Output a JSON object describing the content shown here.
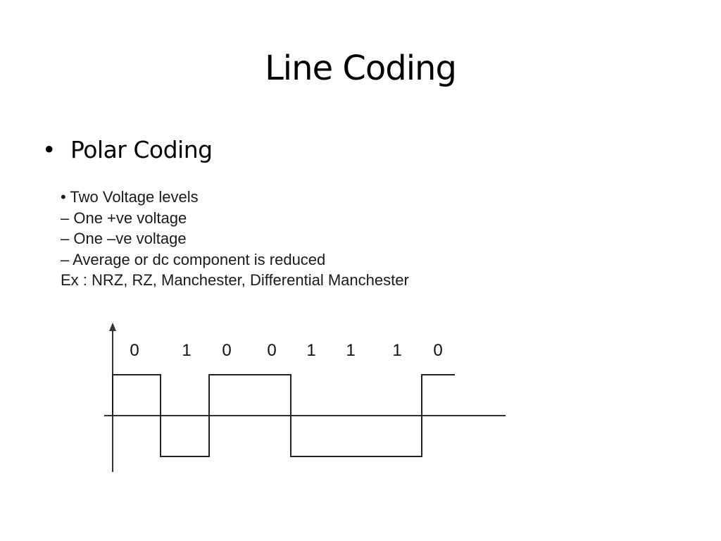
{
  "slide": {
    "title": "Line Coding",
    "bullet_marker": "•",
    "bullet": "Polar Coding"
  },
  "details": [
    "• Two Voltage levels",
    "– One +ve voltage",
    "– One –ve voltage",
    "– Average or dc component is reduced",
    "Ex : NRZ, RZ, Manchester, Differential Manchester"
  ],
  "waveform": {
    "bits": [
      "0",
      "1",
      "0",
      "0",
      "1",
      "1",
      "1",
      "0"
    ],
    "levels": [
      "high",
      "low",
      "high",
      "high",
      "low",
      "low",
      "low",
      "high"
    ],
    "line_color": "#222222"
  }
}
